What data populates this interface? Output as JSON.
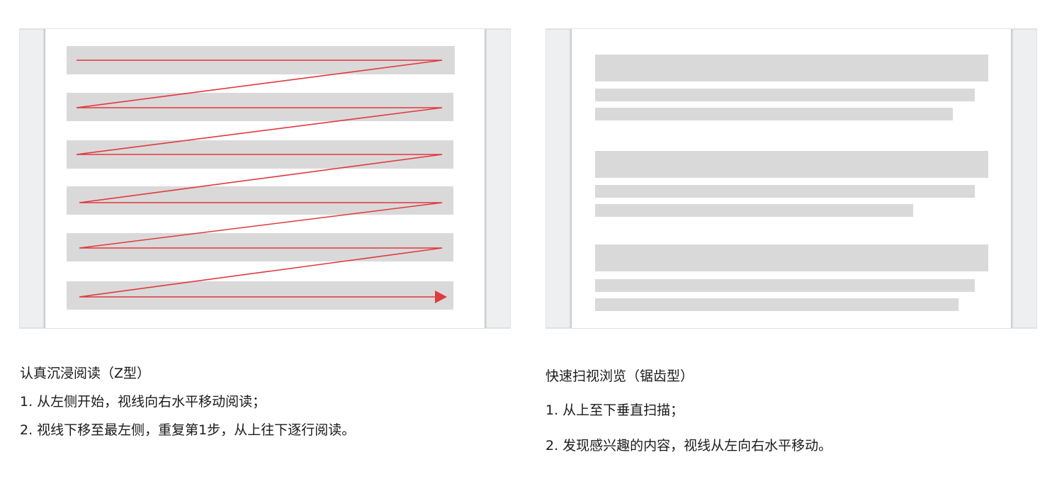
{
  "left_panel": {
    "title": "认真沉浸阅读（Z型）",
    "steps": [
      "1. 从左侧开始，视线向右水平移动阅读；",
      "2. 视线下移至最左侧，重复第1步，从上往下逐行阅读。"
    ],
    "path_color": "#e0393e",
    "bar_color": "#d9d9d9"
  },
  "right_panel": {
    "title": "快速扫视浏览（锯齿型）",
    "steps": [
      "1. 从上至下垂直扫描；",
      "2. 发现感兴趣的内容，视线从左向右水平移动。"
    ],
    "bar_color": "#d9d9d9"
  }
}
